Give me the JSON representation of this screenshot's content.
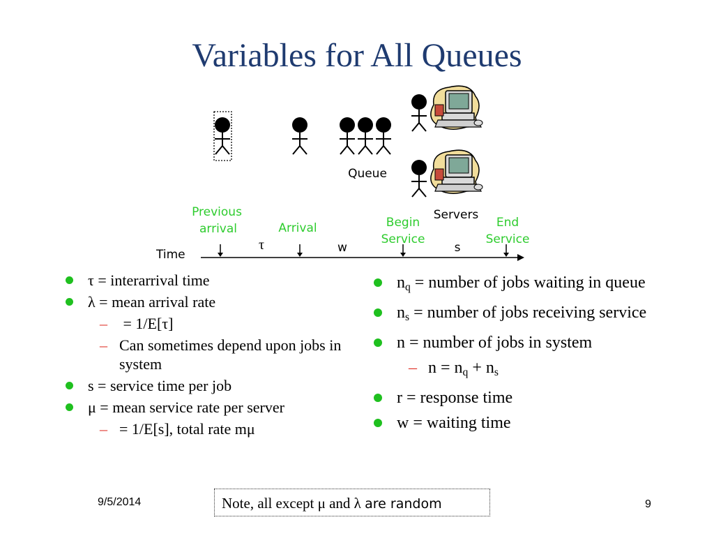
{
  "slide": {
    "title": "Variables for All Queues",
    "date": "9/5/2014",
    "page_number": "9"
  },
  "diagram": {
    "queue_label": "Queue",
    "servers_label": "Servers",
    "time_label": "Time",
    "previous_arrival": [
      "Previous",
      "arrival"
    ],
    "arrival": "Arrival",
    "begin_service": [
      "Begin",
      "Service"
    ],
    "end_service": [
      "End",
      "Service"
    ],
    "tau_symbol": "τ",
    "w_symbol": "w",
    "s_symbol": "s",
    "colors": {
      "green_label": "#2ecc2e",
      "title": "#1f3b70",
      "bullet": "#1fc01f",
      "dash": "#e0382f"
    }
  },
  "left_bullets": {
    "tau": "τ = interarrival time",
    "lambda": "λ = mean arrival rate",
    "lambda_sub1": " = 1/E[τ]",
    "lambda_sub2": "Can sometimes depend upon jobs in system",
    "s": "s = service time per job",
    "mu": "μ = mean service rate per server",
    "mu_sub1": "= 1/E[s], total rate mμ"
  },
  "right_bullets": {
    "nq_prefix": "n",
    "nq_sub": "q",
    "nq_text": " = number of jobs waiting in queue",
    "ns_prefix": "n",
    "ns_sub": "s",
    "ns_text": " = number of jobs receiving service",
    "n": "n = number of jobs in system",
    "n_eq_a": "n = n",
    "n_eq_q": "q",
    "n_eq_b": " + n",
    "n_eq_s": "s",
    "r": "r = response time",
    "w": "w = waiting time"
  },
  "note": {
    "part1": "Note, all except μ and λ ",
    "part2": "are random"
  }
}
